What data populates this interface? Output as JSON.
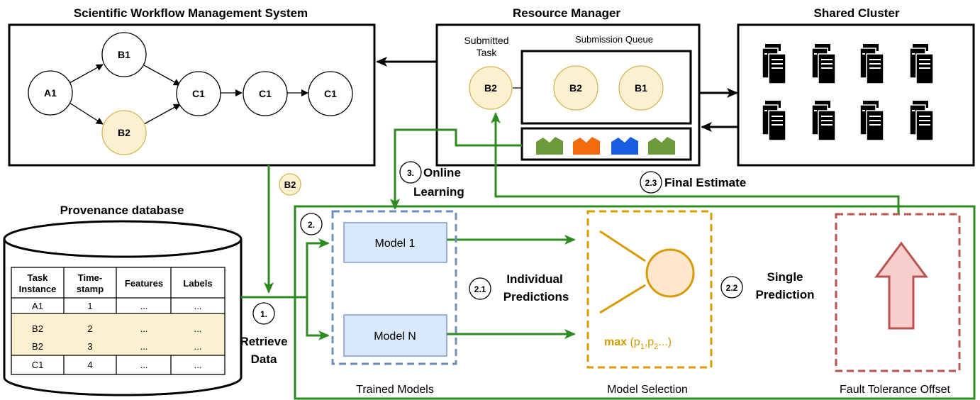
{
  "titles": {
    "swms": "Scientific Workflow Management System",
    "resource_manager": "Resource Manager",
    "shared_cluster": "Shared Cluster",
    "provenance_db": "Provenance database"
  },
  "workflow_nodes": [
    "A1",
    "B1",
    "B2",
    "C1",
    "C1",
    "C1"
  ],
  "resource_manager": {
    "submitted_task_line1": "Submitted",
    "submitted_task_line2": "Task",
    "submitted_task_node": "B2",
    "queue_label": "Submission Queue",
    "queue_nodes": [
      "B2",
      "B1"
    ]
  },
  "colors": {
    "highlight_node": "#fbf0cf",
    "highlight_row": "#fbf0cf",
    "model_box": "#dae8fc",
    "green_arrow": "#2b8a20",
    "selection_orange": "#d79b00",
    "offset_red": "#b85450",
    "offset_arrow_fill": "#f8cecc",
    "trained_border": "#6c8ebf"
  },
  "table": {
    "headers": [
      [
        "Task",
        "Instance"
      ],
      [
        "Time-",
        "stamp"
      ],
      [
        "Features"
      ],
      [
        "Labels"
      ]
    ],
    "rows": [
      [
        "A1",
        "1",
        "...",
        "..."
      ],
      [
        "B2",
        "2",
        "...",
        "..."
      ],
      [
        "B2",
        "3",
        "...",
        "..."
      ],
      [
        "C1",
        "4",
        "...",
        "..."
      ]
    ]
  },
  "flow_badge": "B2",
  "steps": {
    "s1_num": "1.",
    "s1_line1": "Retrieve",
    "s1_line2": "Data",
    "s2_num": "2.",
    "s21_num": "2.1",
    "s21_line1": "Individual",
    "s21_line2": "Predictions",
    "s22_num": "2.2",
    "s22_line1": "Single",
    "s22_line2": "Prediction",
    "s23_num": "2.3",
    "s23_label": "Final Estimate",
    "s3_num": "3.",
    "s3_line1": "Online",
    "s3_line2": "Learning"
  },
  "models": {
    "model1": "Model 1",
    "modelN": "Model N",
    "trained_label": "Trained Models"
  },
  "selection": {
    "max_bold": "max",
    "formula_open": " (p",
    "sub1": "1",
    "comma": ",p",
    "sub2": "2",
    "formula_close": "...)",
    "label": "Model Selection"
  },
  "offset_label": "Fault Tolerance Offset"
}
